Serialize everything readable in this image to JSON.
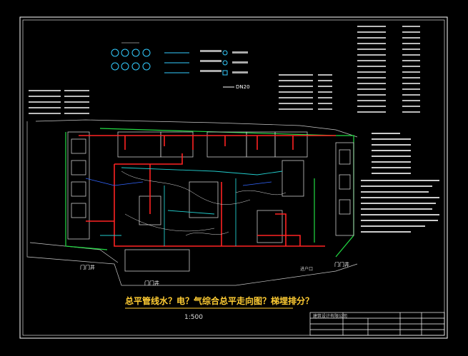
{
  "drawing": {
    "title": "总平管线水？电？气综合总平走向图？梯埋排分？",
    "scale": "1:500",
    "labels": {
      "dn": "DN20",
      "gate1": "门门井",
      "gate2": "门门井",
      "gate3": "门门井",
      "fire_inlet": "进户口"
    },
    "title_block": {
      "company": "建筑设计有限公司"
    }
  },
  "colors": {
    "background": "#000000",
    "frame": "#ffffff",
    "building": "#c8c8c8",
    "water_pipe": "#ff2222",
    "green_pipe": "#22dd44",
    "cyan_pipe": "#22cccc",
    "blue_pipe": "#3366ff",
    "title": "#ffcc33"
  }
}
